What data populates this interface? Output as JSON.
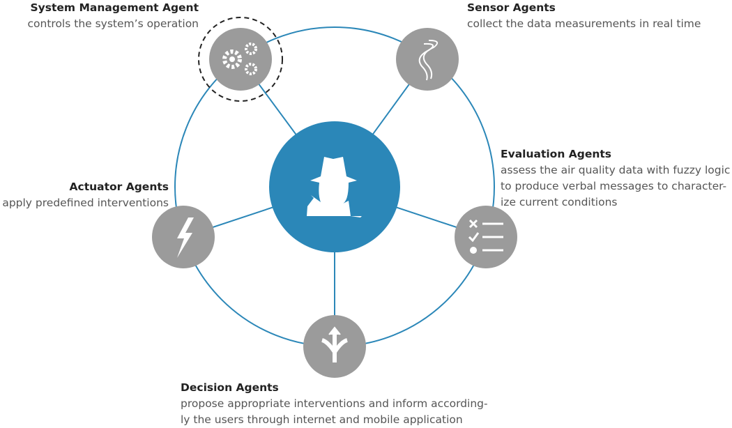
{
  "colors": {
    "accent": "#2b87b8",
    "node": "#9b9b9b"
  },
  "center": {
    "icon": "spy-icon"
  },
  "agents": [
    {
      "title": "System Management Agent",
      "desc": [
        "controls the system’s operation"
      ],
      "icon": "gears-icon"
    },
    {
      "title": "Sensor Agents",
      "desc": [
        "collect the data measurements in real time"
      ],
      "icon": "smoke-icon"
    },
    {
      "title": "Evaluation Agents",
      "desc": [
        "assess the air quality data with fuzzy logic",
        "to produce verbal messages to character-",
        "ize current conditions"
      ],
      "icon": "checklist-icon"
    },
    {
      "title": "Decision Agents",
      "desc": [
        "propose appropriate interventions and inform according-",
        "ly the users through internet and mobile application"
      ],
      "icon": "split-arrows-icon"
    },
    {
      "title": "Actuator Agents",
      "desc": [
        "apply predefined interventions"
      ],
      "icon": "lightning-icon"
    }
  ]
}
